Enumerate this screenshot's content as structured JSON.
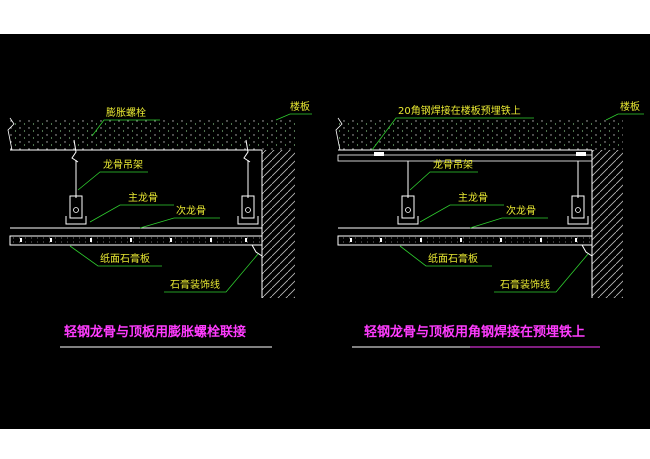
{
  "colors": {
    "background": "#000000",
    "page_margin": "#ffffff",
    "label_text": "#e8e832",
    "caption_text": "#ff3cff",
    "leader_line": "#2fd02f",
    "drawing_line": "#ffffff",
    "hatch": "#b8b8b8"
  },
  "left_detail": {
    "labels": {
      "expansion_bolt": "膨胀螺栓",
      "floor_slab": "楼板",
      "hanger": "龙骨吊架",
      "main_keel": "主龙骨",
      "secondary_keel": "次龙骨",
      "gypsum_board": "纸面石膏板",
      "gypsum_molding": "石膏装饰线"
    },
    "caption": "轻钢龙骨与顶板用膨胀螺栓联接"
  },
  "right_detail": {
    "labels": {
      "angle_steel_weld": "20角钢焊接在楼板预埋铁上",
      "floor_slab": "楼板",
      "hanger": "龙骨吊架",
      "main_keel": "主龙骨",
      "secondary_keel": "次龙骨",
      "gypsum_board": "纸面石膏板",
      "gypsum_molding": "石膏装饰线"
    },
    "caption": "轻钢龙骨与顶板用角钢焊接在预埋铁上"
  }
}
